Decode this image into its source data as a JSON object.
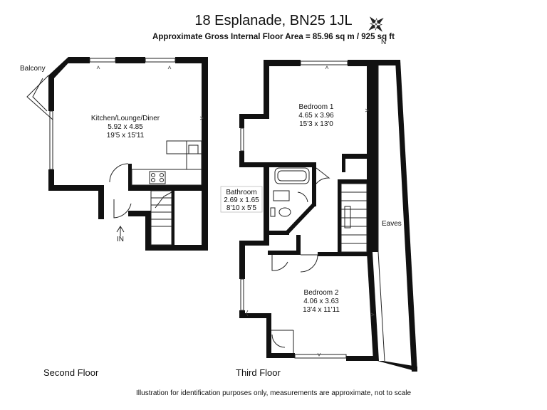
{
  "header": {
    "title": "18 Esplanade, BN25 1JL",
    "subtitle": "Approximate Gross Internal Floor Area = 85.96 sq m / 925 sq ft"
  },
  "compass": {
    "north_label": "N"
  },
  "second_floor": {
    "label": "Second Floor",
    "balcony": "Balcony",
    "entrance": "IN",
    "kitchen": {
      "name": "Kitchen/Lounge/Diner",
      "metric": "5.92 x 4.85",
      "imperial": "19'5 x 15'11"
    }
  },
  "third_floor": {
    "label": "Third Floor",
    "bedroom1": {
      "name": "Bedroom 1",
      "metric": "4.65 x 3.96",
      "imperial": "15'3 x 13'0"
    },
    "bathroom": {
      "name": "Bathroom",
      "metric": "2.69 x 1.65",
      "imperial": "8'10 x 5'5"
    },
    "bedroom2": {
      "name": "Bedroom 2",
      "metric": "4.06 x 3.63",
      "imperial": "13'4 x 11'11"
    },
    "eaves": "Eaves"
  },
  "footer": {
    "disclaimer": "Illustration for identification purposes only, measurements are approximate, not to scale"
  }
}
